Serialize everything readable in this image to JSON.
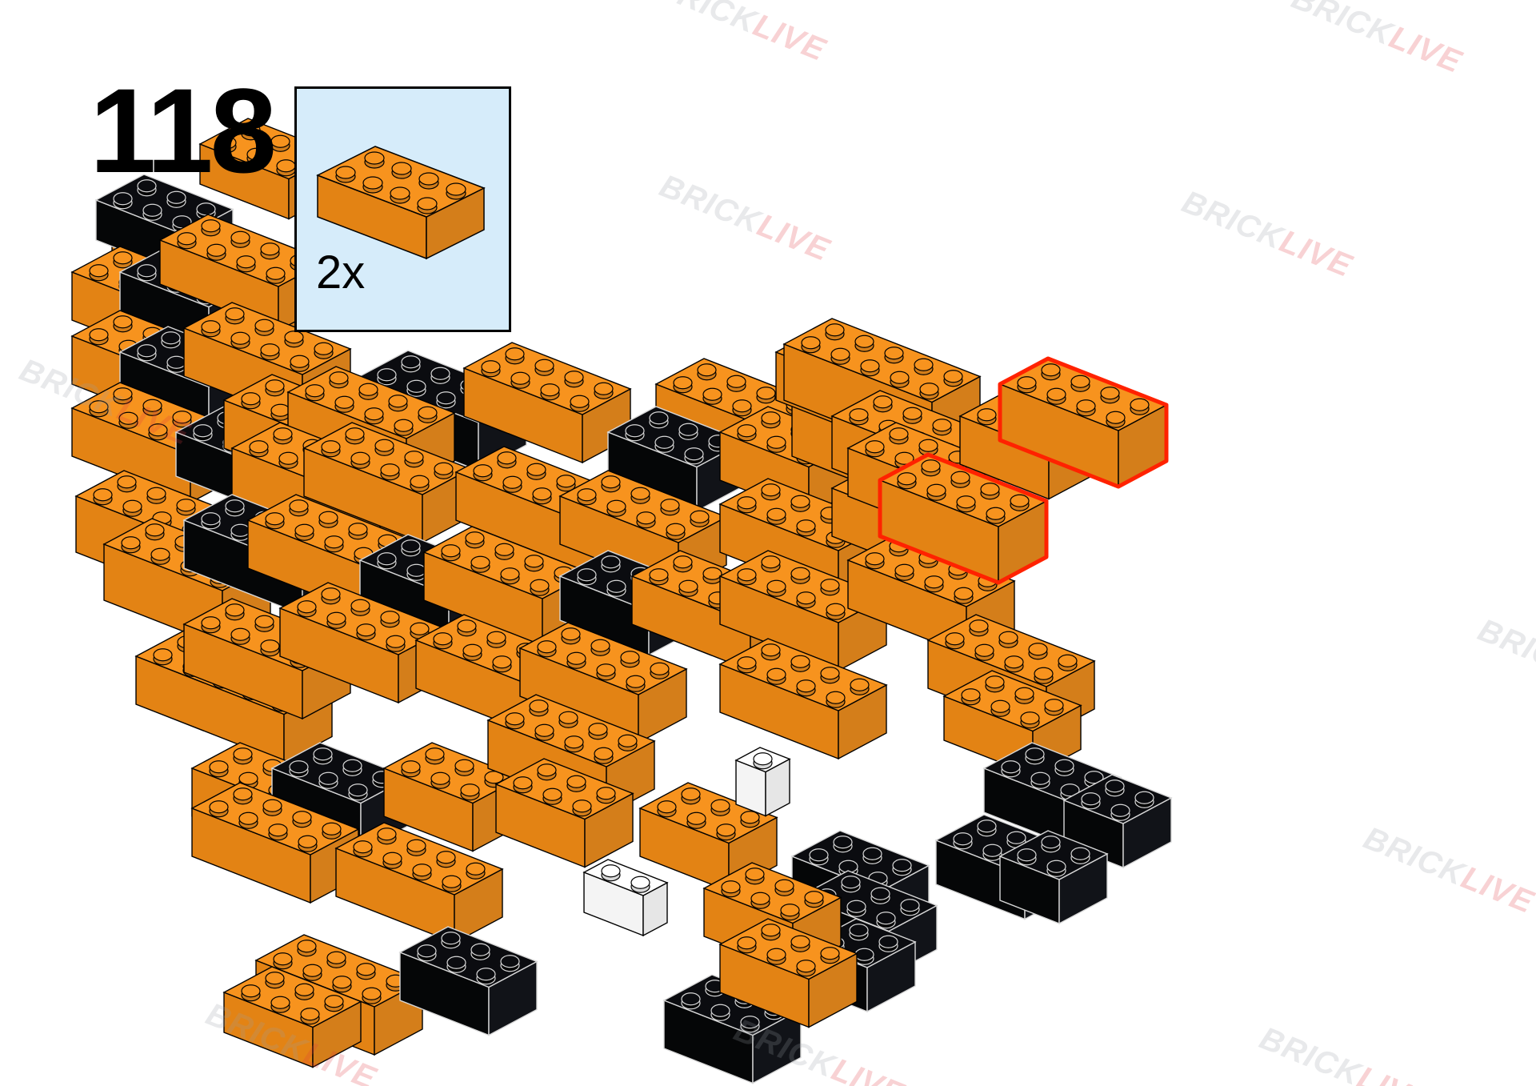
{
  "step": {
    "number": "118"
  },
  "parts_callout": {
    "quantity": "2x",
    "part_name": "brick-2x4",
    "part_color": "#F7931E"
  },
  "watermark": {
    "part1": "BRICK",
    "part2": "LIVE",
    "color1": "#9aa0a6",
    "color2": "#e0393e"
  },
  "colors": {
    "orange": "#F7931E",
    "orange_side": "#E38314",
    "black": "#0b0c10",
    "white": "#ffffff",
    "highlight": "#ff2200",
    "callout_bg": "#d6ecfa"
  }
}
